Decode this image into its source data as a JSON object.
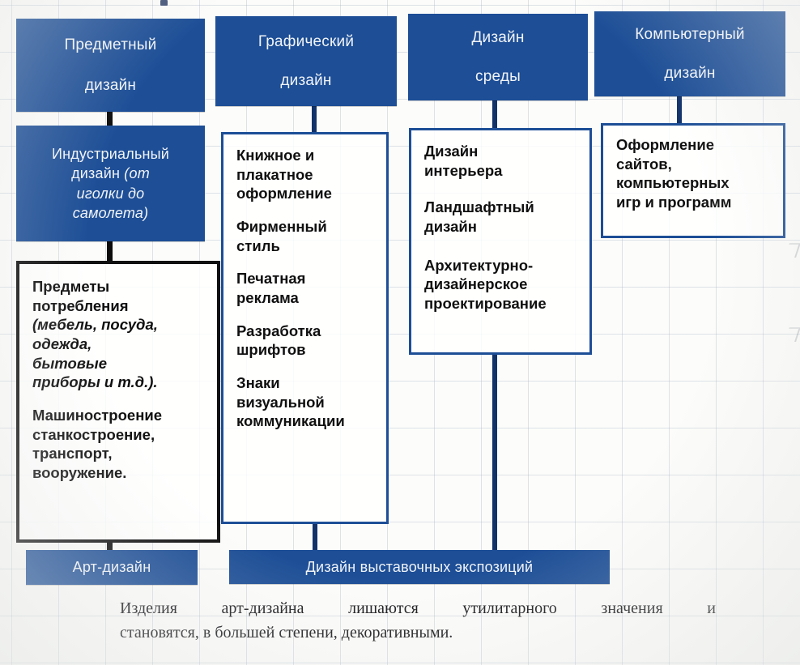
{
  "diagram": {
    "title_row": [
      {
        "id": "predmetny",
        "lines": [
          "Предметный",
          "дизайн"
        ]
      },
      {
        "id": "graficheskiy",
        "lines": [
          "Графический",
          "дизайн"
        ]
      },
      {
        "id": "dizayn-sredy",
        "lines": [
          "Дизайн",
          "среды"
        ]
      },
      {
        "id": "kompyuterny",
        "lines": [
          "Компьютерный",
          "дизайн"
        ]
      }
    ],
    "industrial": {
      "line1": "Индустриальный",
      "line2_plain": "дизайн ",
      "line2_italic": "(от",
      "line3_italic": "иголки  до",
      "line4_italic": "самолета)"
    },
    "column1_box": {
      "group1": {
        "plain": [
          "Предметы",
          "потребления"
        ],
        "italic": [
          "(мебель, посуда,",
          "одежда,",
          "бытовые",
          "приборы и т.д.)."
        ]
      },
      "group2": {
        "plain": [
          "Машиностроение",
          "станкостроение,",
          "транспорт,",
          "вооружение."
        ]
      }
    },
    "column2_box": {
      "groups": [
        [
          "Книжное и",
          "плакатное",
          "оформление"
        ],
        [
          "Фирменный",
          "стиль"
        ],
        [
          "Печатная",
          "реклама"
        ],
        [
          "Разработка",
          "шрифтов"
        ],
        [
          "Знаки",
          "визуальной",
          "коммуникации"
        ]
      ]
    },
    "column3_box": {
      "groups": [
        [
          "Дизайн",
          "интерьера"
        ],
        [
          "Ландшафтный",
          "дизайн"
        ],
        [
          "Архитектурно-",
          "дизайнерское",
          "проектирование"
        ]
      ]
    },
    "column4_box": {
      "groups": [
        [
          "Оформление",
          "сайтов,",
          "компьютерных",
          "игр и программ"
        ]
      ]
    },
    "bottom_bars": [
      {
        "id": "art-dizayn",
        "label": "Арт-дизайн"
      },
      {
        "id": "vystavochnye",
        "label": "Дизайн выставочных экспозиций"
      }
    ]
  },
  "caption": {
    "line1_words": [
      "Изделия",
      "арт-дизайна",
      "лишаются",
      "утилитарного",
      "значения",
      "и"
    ],
    "line2": "становятся, в большей степени, декоративными."
  },
  "colors": {
    "box_fill": "#1d4e96",
    "box_border": "#1d4e96",
    "dark_border": "#101010",
    "box_text": "#f2f4f7",
    "body_text": "#101010"
  }
}
